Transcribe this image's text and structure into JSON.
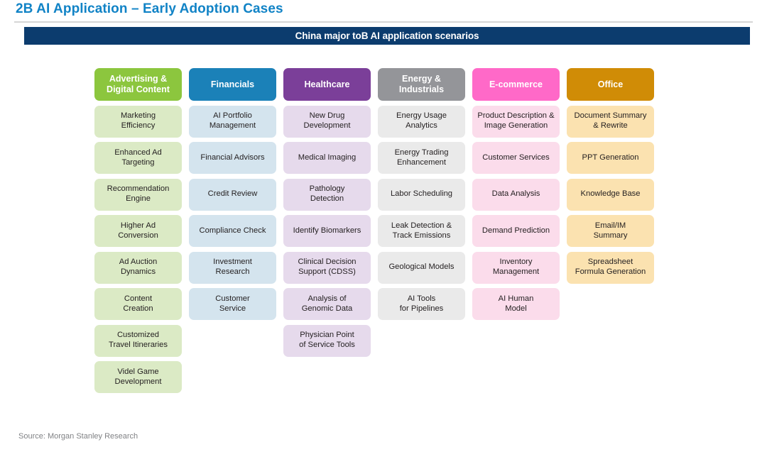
{
  "slide": {
    "title": "2B AI Application – Early Adoption Cases",
    "banner": "China major toB AI application scenarios",
    "source": "Source: Morgan Stanley Research",
    "title_color": "#1183C6",
    "banner_color": "#0C3C6E"
  },
  "columns": [
    {
      "header": "Advertising &\nDigital Content",
      "header_color": "#8CC63E",
      "cell_color": "#DBEAC5",
      "cells": [
        "Marketing\nEfficiency",
        "Enhanced Ad\nTargeting",
        "Recommendation\nEngine",
        "Higher Ad\nConversion",
        "Ad Auction\nDynamics",
        "Content\nCreation",
        "Customized\nTravel Itineraries",
        "Videl Game\nDevelopment"
      ]
    },
    {
      "header": "Financials",
      "header_color": "#1B81B8",
      "cell_color": "#D4E4EE",
      "cells": [
        "AI Portfolio\nManagement",
        "Financial Advisors",
        "Credit Review",
        "Compliance Check",
        "Investment\nResearch",
        "Customer\nService"
      ]
    },
    {
      "header": "Healthcare",
      "header_color": "#7B3F99",
      "cell_color": "#E6DAEC",
      "cells": [
        "New Drug\nDevelopment",
        "Medical Imaging",
        "Pathology\nDetection",
        "Identify Biomarkers",
        "Clinical Decision\nSupport (CDSS)",
        "Analysis of\nGenomic Data",
        "Physician Point\nof Service Tools"
      ]
    },
    {
      "header": "Energy &\nIndustrials",
      "header_color": "#949599",
      "cell_color": "#EAEAEA",
      "cells": [
        "Energy Usage\nAnalytics",
        "Energy Trading\nEnhancement",
        "Labor Scheduling",
        "Leak Detection &\nTrack Emissions",
        "Geological Models",
        "AI Tools\nfor Pipelines"
      ]
    },
    {
      "header": "E-commerce",
      "header_color": "#FF69C8",
      "cell_color": "#FBDCEB",
      "cells": [
        "Product Description &\nImage Generation",
        "Customer Services",
        "Data Analysis",
        "Demand Prediction",
        "Inventory\nManagement",
        "AI Human\nModel"
      ]
    },
    {
      "header": "Office",
      "header_color": "#D08C06",
      "cell_color": "#FBE2B0",
      "cells": [
        "Document Summary\n& Rewrite",
        "PPT Generation",
        "Knowledge Base",
        "Email/IM\nSummary",
        "Spreadsheet\nFormula Generation"
      ]
    }
  ]
}
